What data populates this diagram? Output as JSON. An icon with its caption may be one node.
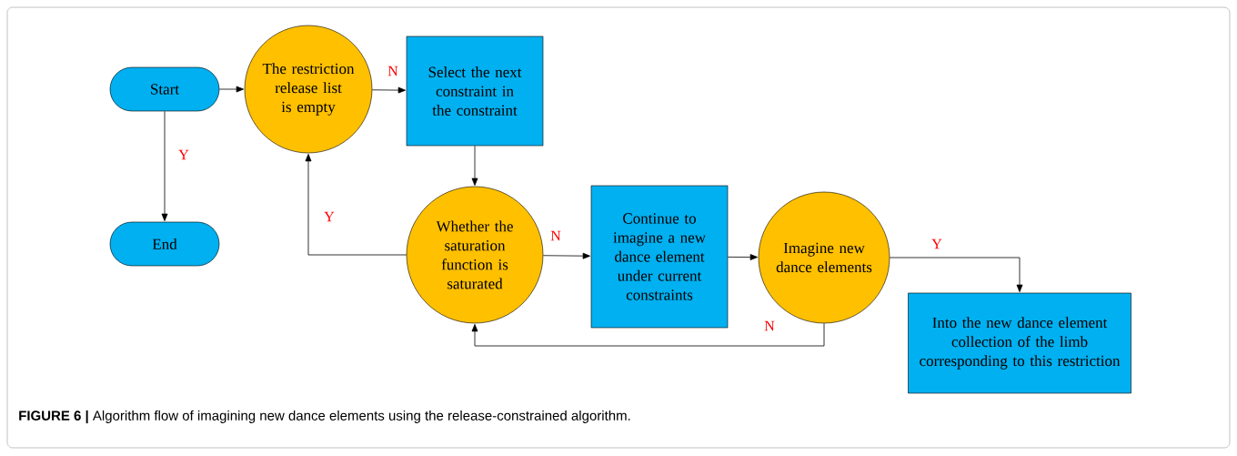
{
  "diagram": {
    "caption": "**FIGURE 6 |** Algorithm flow of imagining new dance elements using the release-constrained algorithm.",
    "nodes": [
      {
        "text": [
          "Start"
        ]
      },
      {
        "text": [
          "The restriction release list is empty"
        ]
      },
      {
        "text": [
          "Select the next constraint in the constraint"
        ]
      },
      {
        "text": [
          "End"
        ]
      },
      {
        "text": [
          "Whether the saturation function is saturated"
        ]
      },
      {
        "text": [
          "Continue to imagine a new dance element under current constraints"
        ]
      },
      {
        "text": [
          "Imagine new dance elements"
        ]
      },
      {
        "text": [
          "Into the new dance element collection of the limb corresponding to this restriction"
        ]
      }
    ],
    "edges": [
      {
        "from": 0,
        "to": 1,
        "arrow": "to"
      },
      {
        "from": 1,
        "to": 2,
        "arrow": "to",
        "label": "N"
      },
      {
        "from": 0,
        "to": 3,
        "arrow": "to",
        "label": "Y"
      },
      {
        "from": 2,
        "to": 4,
        "arrow": "to"
      },
      {
        "from": 4,
        "to": 1,
        "arrow": "to",
        "label": "Y"
      },
      {
        "from": 4,
        "to": 5,
        "arrow": "to",
        "label": "N"
      },
      {
        "from": 5,
        "to": 6,
        "arrow": "to"
      },
      {
        "from": 6,
        "to": 7,
        "arrow": "to",
        "label": "Y"
      },
      {
        "from": 6,
        "to": 4,
        "arrow": "to",
        "label": "N"
      }
    ]
  }
}
